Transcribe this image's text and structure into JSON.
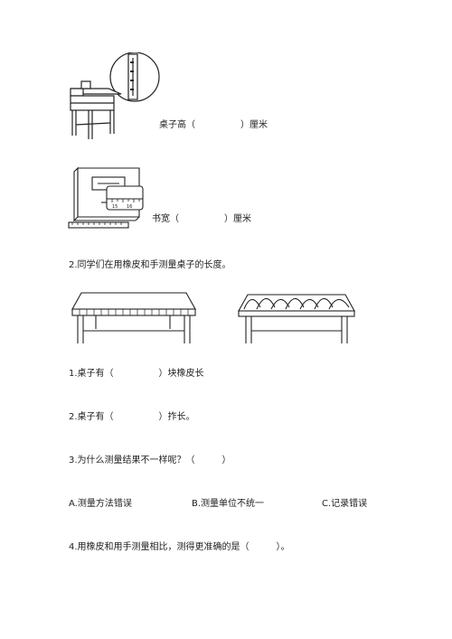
{
  "q1": {
    "desk_label": "桌子高（　　　　　）厘米",
    "book_label": "书宽（　　　　　）厘米",
    "ruler_ticks": [
      "15",
      "16"
    ]
  },
  "q2": {
    "title": "2.同学们在用橡皮和手测量桌子的长度。",
    "sub1": "1.桌子有（　　　　　）块橡皮长",
    "sub2": "2.桌子有（　　　　　）拃长。",
    "sub3": "3.为什么测量结果不一样呢？（　　　）",
    "options": [
      "A.测量方法错误",
      "B.测量单位不统一",
      "C.记录错误"
    ]
  },
  "q4": {
    "title": "4.用橡皮和用手测量相比，测得更准确的是（　　　）。"
  }
}
